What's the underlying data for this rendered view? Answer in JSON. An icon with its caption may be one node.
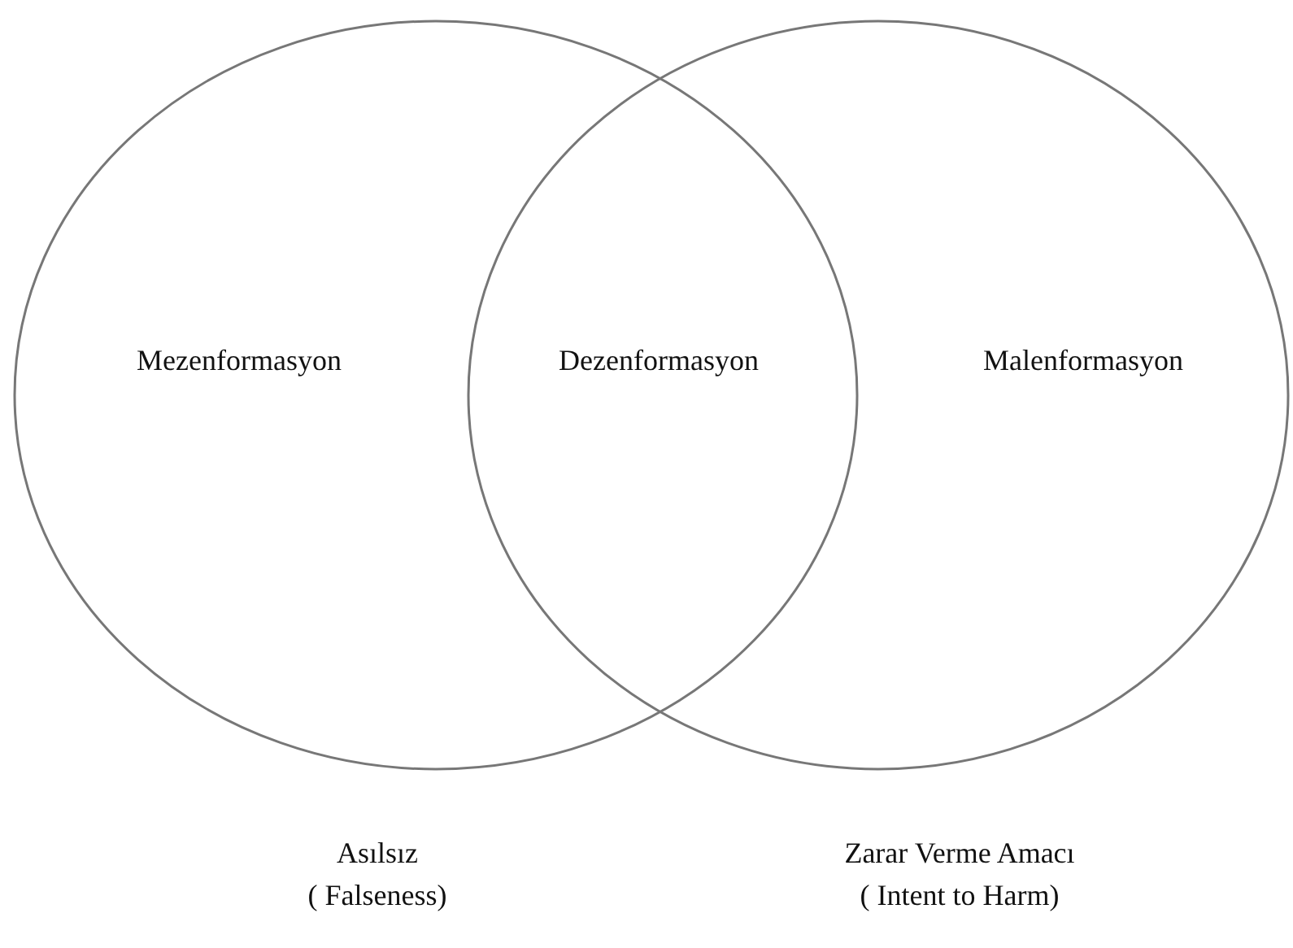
{
  "diagram": {
    "nodes": [
      {
        "text": [
          "Mezenformasyon"
        ],
        "beside": [
          "Asılsız",
          "( Falseness)"
        ]
      },
      {
        "text": [
          "Malenformasyon"
        ],
        "beside": [
          "Zarar Verme Amacı",
          "( Intent to Harm)"
        ]
      }
    ],
    "labels": [
      "Dezenformasyon"
    ]
  }
}
